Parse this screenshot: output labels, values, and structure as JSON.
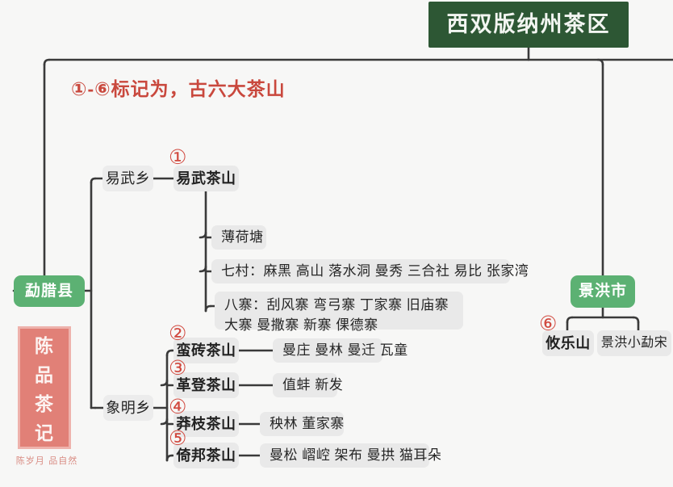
{
  "title": {
    "label": "西双版纳州茶区"
  },
  "note": {
    "text": "①-⑥标记为，古六大茶山"
  },
  "counties": {
    "menla": {
      "label": "勐腊县"
    },
    "jinghong": {
      "label": "景洪市"
    }
  },
  "townships": {
    "yiwu": {
      "label": "易武乡"
    },
    "xiangming": {
      "label": "象明乡"
    }
  },
  "mountains": {
    "yiwu": {
      "label": "易武茶山",
      "marker": "①"
    },
    "manzhuan": {
      "label": "蛮砖茶山",
      "marker": "②"
    },
    "gedeng": {
      "label": "革登茶山",
      "marker": "③"
    },
    "mangzhi": {
      "label": "莽枝茶山",
      "marker": "④"
    },
    "yibang": {
      "label": "倚邦茶山",
      "marker": "⑤"
    },
    "youle": {
      "label": "攸乐山",
      "marker": "⑥"
    },
    "xiaomengsong": {
      "label": "景洪小勐宋"
    }
  },
  "yiwu_details": {
    "bohetang": "薄荷塘",
    "qicun": "七村：麻黑 高山 落水洞 曼秀 三合社 易比 张家湾",
    "bazhai_line1": "八寨：刮风寨 弯弓寨 丁家寨 旧庙寨 大寨",
    "bazhai_line2": "曼撒寨 新寨 倮德寨"
  },
  "xiangming_details": {
    "manzhuan": "曼庄 曼林 曼迁 瓦童",
    "gedeng": "值蚌 新发",
    "mangzhi": "秧林 董家寨",
    "yibang": "曼松 嶍崆 架布 曼拱 猫耳朵"
  },
  "watermark": {
    "char1": "陈",
    "char2": "品",
    "char3": "茶",
    "char4": "记",
    "tagline": "陈岁月 品自然"
  },
  "colors": {
    "title_green": "#2d5734",
    "node_green": "#5cb173",
    "node_grey": "#e9e9e9",
    "marker_red": "#d1493f",
    "background": "#f7f7f6",
    "wire": "#3a3a3a"
  }
}
